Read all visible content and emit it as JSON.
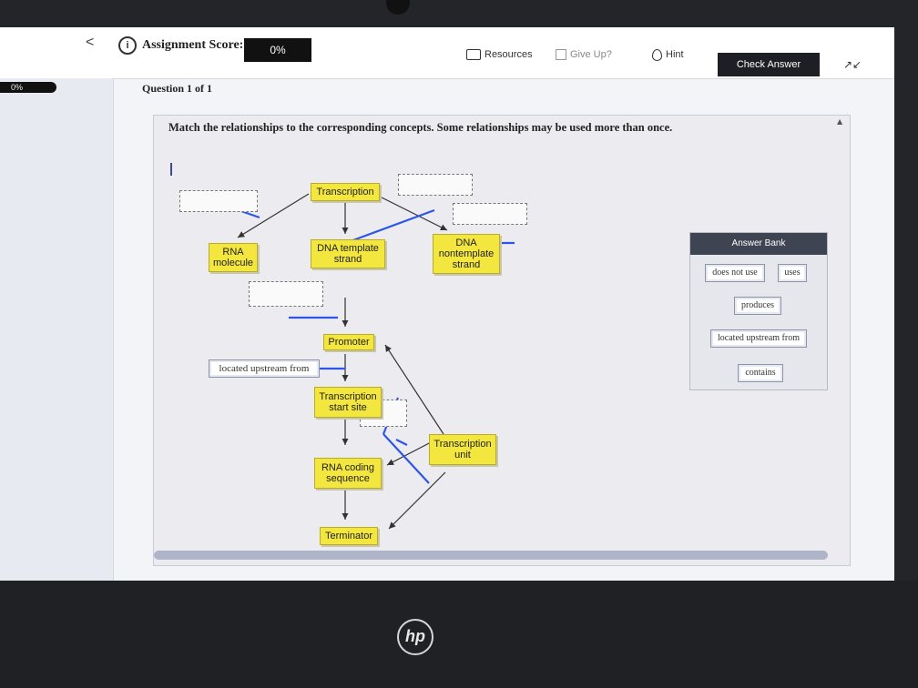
{
  "toolbar": {
    "back": "<",
    "info": "i",
    "score_label": "Assignment Score:",
    "score_value": "0%",
    "resources": "Resources",
    "give_up": "Give Up?",
    "hint": "Hint",
    "check_answer": "Check Answer",
    "collapse": "↗↙"
  },
  "progress": {
    "text": "0%",
    "fraction": 0
  },
  "question": {
    "label": "Question 1 of 1",
    "instructions": "Match the relationships to the corresponding concepts. Some relationships may be used more than once."
  },
  "diagram": {
    "nodes": {
      "transcription": "Transcription",
      "rna_molecule": "RNA molecule",
      "dna_template": "DNA template strand",
      "dna_nontemplate": "DNA nontemplate strand",
      "promoter": "Promoter",
      "transcription_start_site": "Transcription start site",
      "rna_coding_sequence": "RNA coding sequence",
      "terminator": "Terminator",
      "transcription_unit": "Transcription unit"
    },
    "placed_answer": "located upstream from"
  },
  "answer_bank": {
    "title": "Answer Bank",
    "items": [
      "does not use",
      "uses",
      "produces",
      "located upstream from",
      "contains"
    ]
  },
  "device": {
    "brand": "hp"
  }
}
